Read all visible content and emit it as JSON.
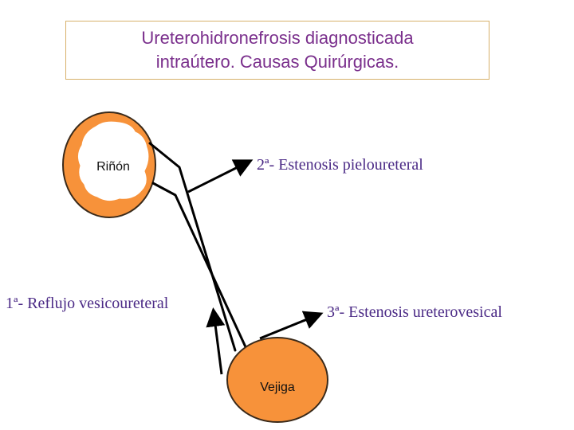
{
  "title": {
    "line1": "Ureterohidronefrosis diagnosticada",
    "line2": "intraútero. Causas Quirúrgicas."
  },
  "labels": {
    "kidney": "Riñón",
    "bladder": "Vejiga",
    "cause1": "1ª- Reflujo vesicoureteral",
    "cause2": "2ª- Estenosis pieloureteral",
    "cause3": "3ª- Estenosis ureterovesical"
  },
  "colors": {
    "organ_fill": "#f7923a",
    "organ_stroke": "#3a2a1a",
    "text_purple": "#4b2a86",
    "title_border": "#d7b06a"
  }
}
